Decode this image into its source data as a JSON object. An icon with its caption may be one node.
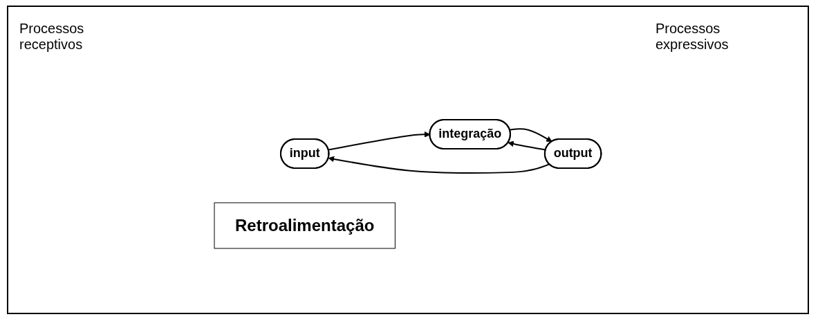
{
  "diagram": {
    "nodes": [
      {
        "text": [
          "input"
        ]
      },
      {
        "text": [
          "integração"
        ]
      },
      {
        "text": [
          "output"
        ]
      },
      {
        "text": [
          "Retroalimentação"
        ]
      }
    ],
    "edges": [
      {
        "from": 0,
        "to": 1,
        "arrow": "to"
      },
      {
        "from": 1,
        "to": 2,
        "arrow": "to"
      },
      {
        "from": 2,
        "to": 1,
        "arrow": "to"
      },
      {
        "from": 2,
        "to": 0,
        "arrow": "to"
      }
    ],
    "labels": [
      "Processos receptivos",
      "Processos expressivos"
    ]
  }
}
